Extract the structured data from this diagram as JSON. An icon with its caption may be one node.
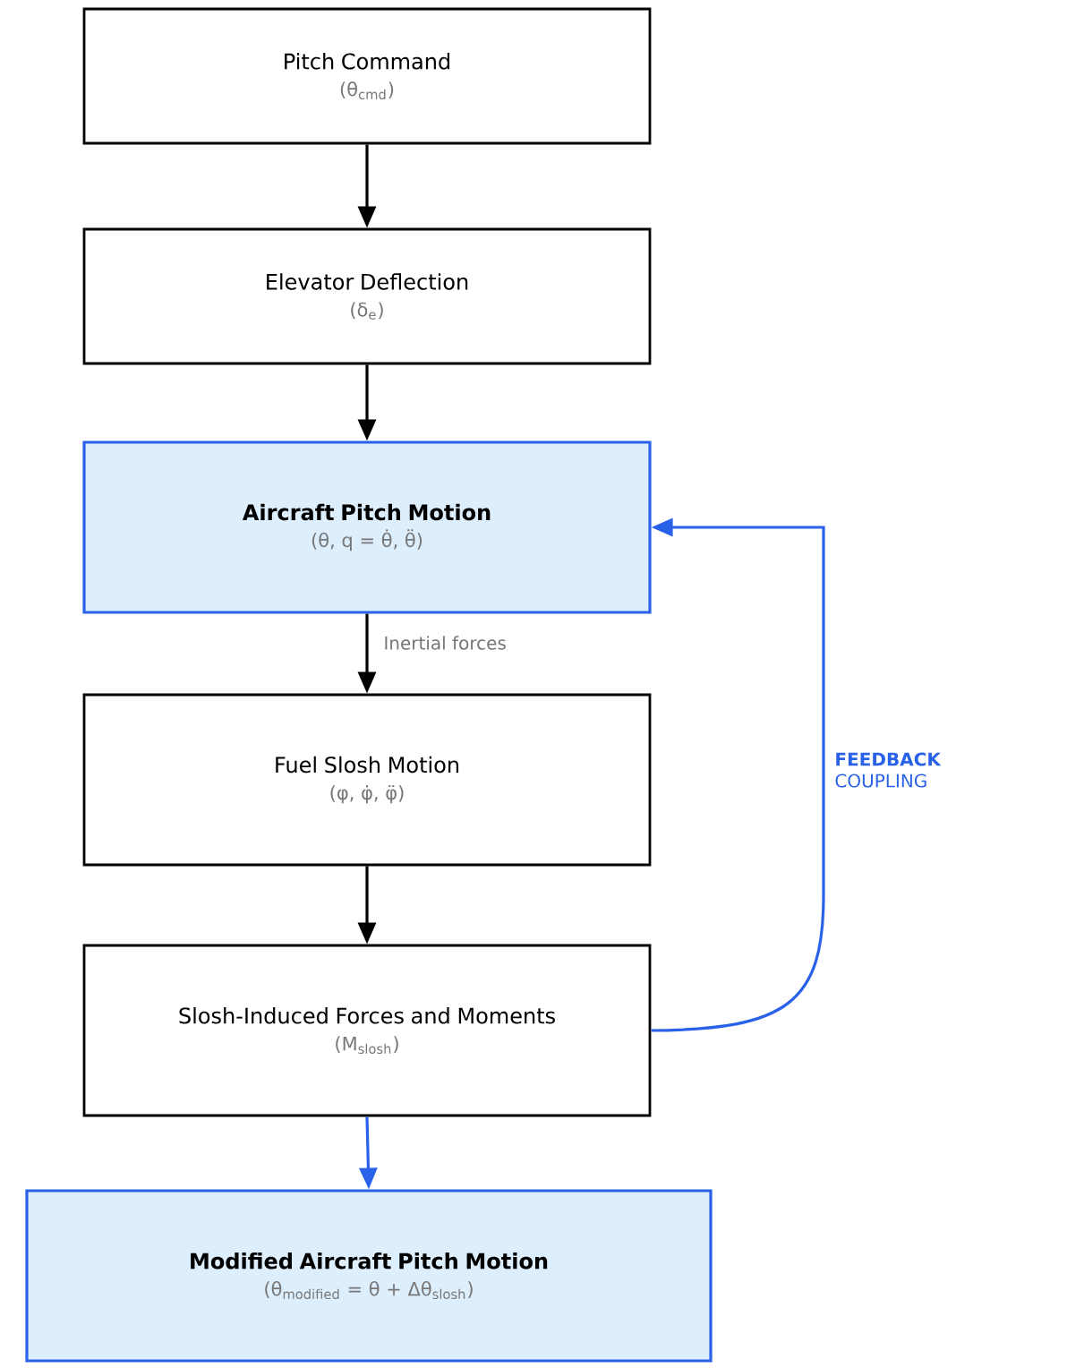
{
  "diagram": {
    "nodes": [
      {
        "text": [
          "Pitch Command",
          "(θ$_{cmd}$)"
        ]
      },
      {
        "text": [
          "Elevator Deflection",
          "(δ$_{e}$)"
        ]
      },
      {
        "text": [
          "Aircraft Pitch Motion",
          "(θ, q = θ̇, θ̈)"
        ]
      },
      {
        "text": [
          "Fuel Slosh Motion",
          "(φ, φ̇, φ̈)"
        ]
      },
      {
        "text": [
          "Slosh-Induced Forces and Moments",
          "(M$_{slosh}$)"
        ]
      },
      {
        "text": [
          "Modified Aircraft Pitch Motion",
          "(θ$_{modified}$ = θ + Δθ$_{slosh}$)"
        ]
      }
    ],
    "edges": [
      {
        "from": 0,
        "to": 1,
        "arrow": "to"
      },
      {
        "from": 1,
        "to": 2,
        "arrow": "to"
      },
      {
        "from": 2,
        "to": 3,
        "arrow": "to",
        "label": "Inertial forces"
      },
      {
        "from": 3,
        "to": 4,
        "arrow": "to"
      },
      {
        "from": 4,
        "to": 5,
        "arrow": "to",
        "color": "#2962e8"
      },
      {
        "from": 4,
        "to": 2,
        "arrow": "to",
        "color": "#2962e8",
        "label": "**FEEDBACK** COUPLING"
      }
    ]
  }
}
